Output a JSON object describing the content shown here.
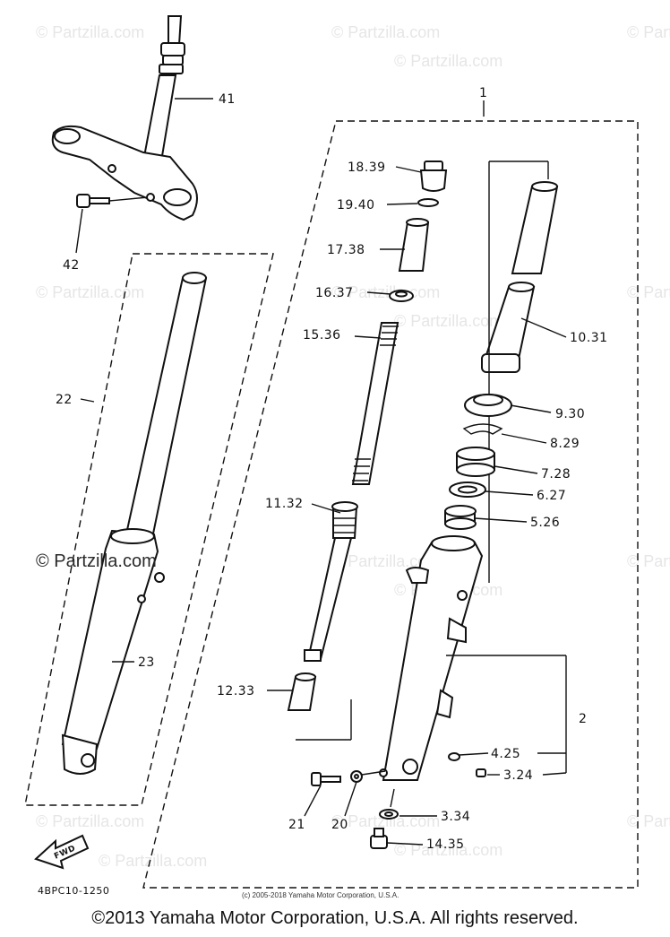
{
  "watermarks": {
    "repeat": "© Partzilla.com",
    "prominent": "© Partzilla.com"
  },
  "labels": {
    "p41": "41",
    "p42": "42",
    "p1": "1",
    "p22": "22",
    "p23": "23",
    "p18_39": "18.39",
    "p19_40": "19.40",
    "p17_38": "17.38",
    "p16_37": "16.37",
    "p15_36": "15.36",
    "p10_31": "10.31",
    "p9_30": "9.30",
    "p8_29": "8.29",
    "p7_28": "7.28",
    "p6_27": "6.27",
    "p5_26": "5.26",
    "p11_32": "11.32",
    "p12_33": "12.33",
    "p2": "2",
    "p4_25": "4.25",
    "p3_24": "3.24",
    "p21": "21",
    "p20": "20",
    "p3_34": "3.34",
    "p14_35": "14.35",
    "fwd": "FWD"
  },
  "diagram_code": "4BPC10-1250",
  "small_copyright": "(c) 2005-2018 Yamaha Motor Corporation, U.S.A.",
  "footer_copyright": "©2013 Yamaha Motor Corporation, U.S.A. All rights reserved."
}
